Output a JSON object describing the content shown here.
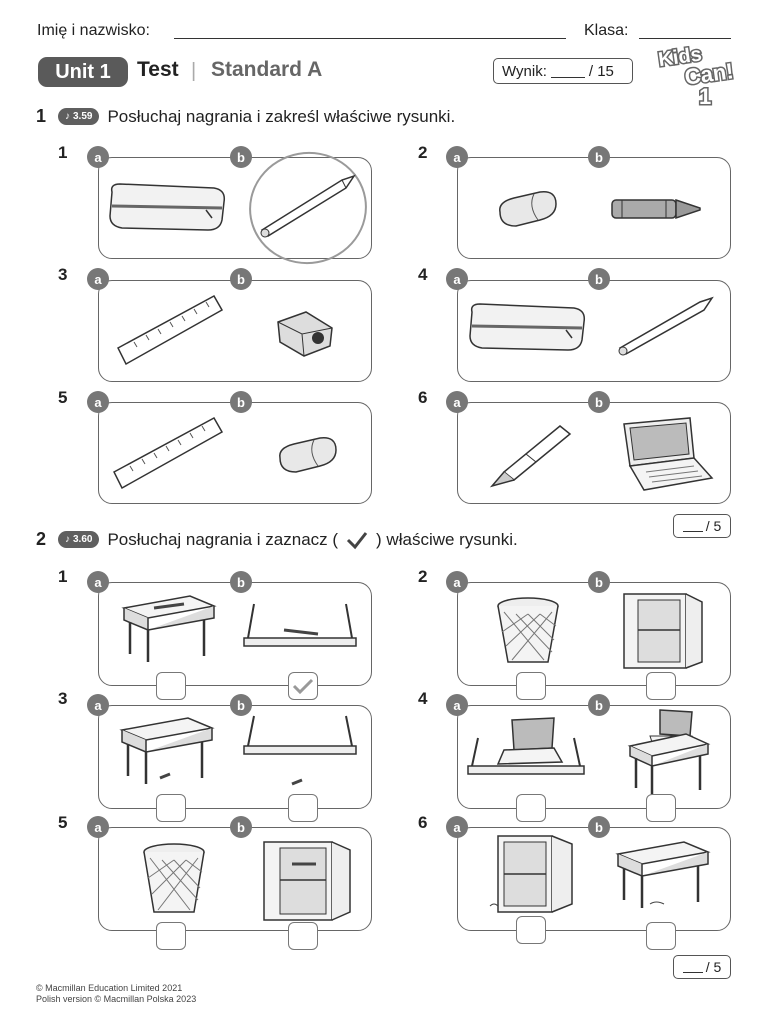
{
  "header": {
    "name_label": "Imię i nazwisko:",
    "class_label": "Klasa:",
    "unit_label": "Unit 1",
    "test_label": "Test",
    "separator": "|",
    "level_label": "Standard A",
    "score_label": "Wynik:",
    "score_total": "/ 15",
    "logo_line1": "Kids",
    "logo_line2": "Can!",
    "logo_number": "1"
  },
  "exercise1": {
    "number": "1",
    "track": "3.59",
    "instruction": "Posłuchaj nagrania i zakreśl właściwe rysunki.",
    "items": [
      {
        "number": "1",
        "a": "pencil-case",
        "b": "pencil",
        "circled": "b"
      },
      {
        "number": "2",
        "a": "eraser",
        "b": "crayon"
      },
      {
        "number": "3",
        "a": "ruler",
        "b": "sharpener"
      },
      {
        "number": "4",
        "a": "pencil-case",
        "b": "pencil"
      },
      {
        "number": "5",
        "a": "ruler",
        "b": "eraser"
      },
      {
        "number": "6",
        "a": "pen",
        "b": "laptop"
      }
    ],
    "score": "/ 5"
  },
  "exercise2": {
    "number": "2",
    "track": "3.60",
    "instruction_before": "Posłuchaj nagrania i zaznacz (",
    "instruction_after": ") właściwe rysunki.",
    "items": [
      {
        "number": "1",
        "a": "pen-on-desk",
        "b": "pen-on-shelf",
        "checked": "b"
      },
      {
        "number": "2",
        "a": "bin",
        "b": "cupboard"
      },
      {
        "number": "3",
        "a": "desk",
        "b": "shelf"
      },
      {
        "number": "4",
        "a": "laptop-on-shelf",
        "b": "laptop-on-desk"
      },
      {
        "number": "5",
        "a": "bin",
        "b": "cupboard"
      },
      {
        "number": "6",
        "a": "cupboard",
        "b": "desk"
      }
    ],
    "score": "/ 5"
  },
  "option_labels": {
    "a": "a",
    "b": "b"
  },
  "footer": {
    "line1": "© Macmillan Education Limited 2021",
    "line2": "Polish version © Macmillan Polska 2023"
  }
}
